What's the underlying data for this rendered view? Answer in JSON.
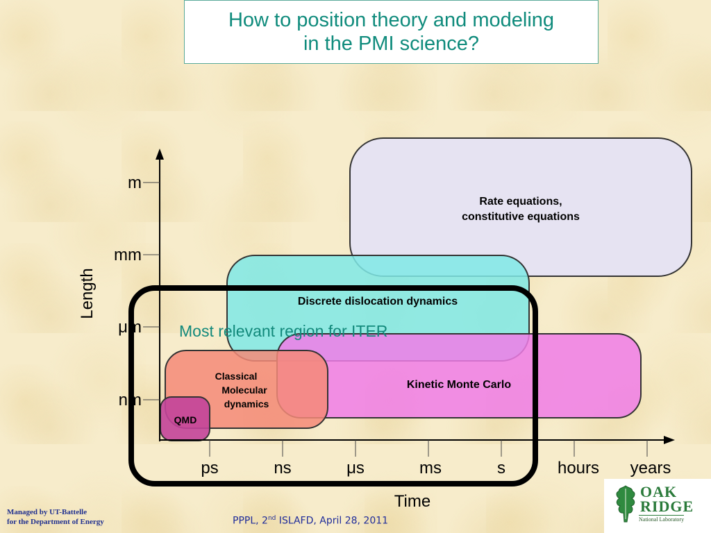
{
  "title": {
    "line1": "How to  position theory and modeling",
    "line2": "in the PMI science?"
  },
  "axes": {
    "x_title": "Time",
    "y_title": "Length",
    "x_ticks": [
      "ps",
      "ns",
      "μs",
      "ms",
      "s",
      "hours",
      "years"
    ],
    "y_ticks": [
      "m",
      "mm",
      "μm",
      "nm"
    ]
  },
  "regions": {
    "rate": {
      "line1": "Rate equations,",
      "line2": "constitutive equations"
    },
    "ddd": {
      "label": "Discrete dislocation dynamics"
    },
    "kmc": {
      "label": "Kinetic Monte Carlo"
    },
    "cmd": {
      "line1": "Classical",
      "line2": "Molecular",
      "line3": "dynamics"
    },
    "qmd": {
      "label": "QMD"
    }
  },
  "highlight": {
    "label": "Most relevant region for ITER"
  },
  "footer": {
    "managed_line1": "Managed by UT-Battelle",
    "managed_line2": "for the Department of Energy",
    "event_prefix": "PPPL, 2",
    "event_sup": "nd",
    "event_suffix": " ISLAFD, April 28, 2011"
  },
  "logo": {
    "line1": "OAK",
    "line2": "RIDGE",
    "line3": "National Laboratory"
  },
  "colors": {
    "title_text": "#0f8b7c",
    "rate_fill": "#e6e3f2",
    "ddd_fill": "#7fe9e6",
    "kmc_fill": "#f07de8",
    "cmd_fill": "#f48a78",
    "qmd_fill": "#c3449a",
    "highlight_border": "#000000"
  }
}
